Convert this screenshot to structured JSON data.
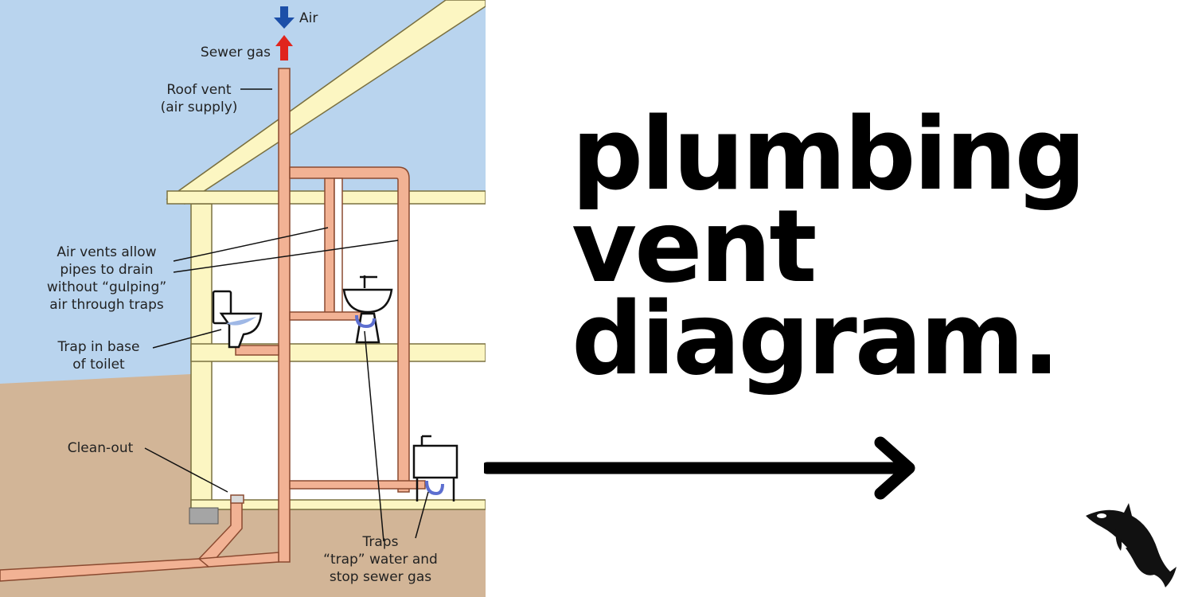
{
  "diagram": {
    "labels": {
      "air": "Air",
      "sewer_gas": "Sewer gas",
      "roof_vent_1": "Roof vent",
      "roof_vent_2": "(air supply)",
      "air_vents_1": "Air vents allow",
      "air_vents_2": "pipes to drain",
      "air_vents_3": "without “gulping”",
      "air_vents_4": "air through traps",
      "trap_toilet_1": "Trap in base",
      "trap_toilet_2": "of toilet",
      "clean_out": "Clean-out",
      "traps_1": "Traps",
      "traps_2": "“trap” water and",
      "traps_3": "stop sewer gas"
    },
    "colors": {
      "sky": "#b9d4ee",
      "ground": "#d2b597",
      "wall": "#fcf6c2",
      "wall_outline": "#7a7040",
      "pipe": "#f2b294",
      "pipe_outline": "#8a4a30",
      "air_arrow": "#1c4fa8",
      "gas_arrow": "#e0251d",
      "trap_water": "#5d6fd0"
    }
  },
  "headline": {
    "line1": "plumbing",
    "line2": "vent",
    "line3": "diagram."
  },
  "icons": [
    "right-arrow-icon",
    "orca-logo-icon"
  ]
}
